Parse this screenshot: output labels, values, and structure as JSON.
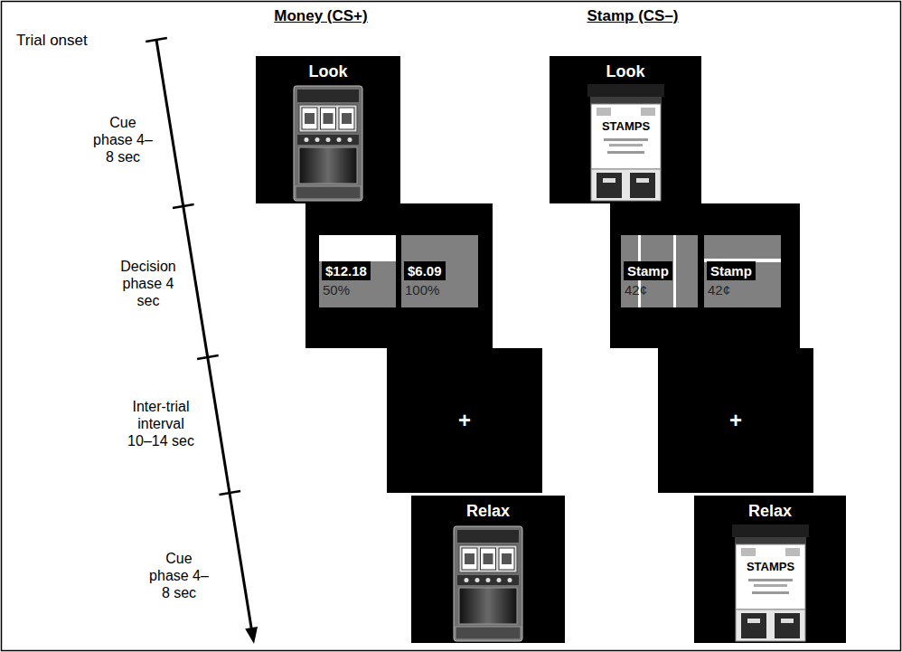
{
  "diagram": {
    "nodes": [
      {
        "text": [
          "Look"
        ]
      },
      {
        "text": [
          "Look"
        ]
      },
      {
        "text": []
      },
      {
        "text": [
          "$12.18",
          "50%"
        ],
        "in": 2
      },
      {
        "text": [
          "$6.09",
          "100%"
        ],
        "in": 2
      },
      {
        "text": []
      },
      {
        "text": [
          "Stamp",
          "42¢"
        ],
        "in": 5
      },
      {
        "text": [
          "Stamp",
          "42¢"
        ],
        "in": 5
      },
      {
        "text": [
          "+"
        ]
      },
      {
        "text": [
          "+"
        ]
      },
      {
        "text": [
          "Relax"
        ]
      },
      {
        "text": [
          "Relax"
        ]
      }
    ],
    "labels": [
      "Money (CS+)",
      "Stamp (CS–)",
      "Trial onset",
      "Cue phase 4–8 sec",
      "Decision phase 4 sec",
      "Inter-trial interval 10–14 sec",
      "Cue phase 4–8 sec",
      "STAMPS",
      "STAMPS"
    ]
  }
}
